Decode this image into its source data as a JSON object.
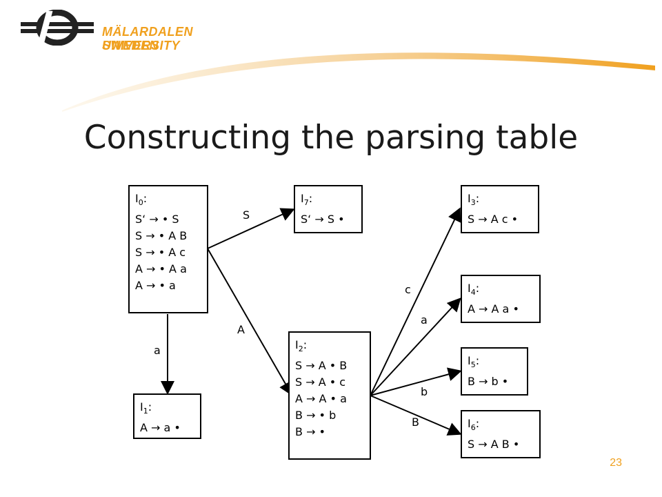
{
  "header": {
    "logo_line1": "MÄLARDALEN UNIVERSITY",
    "logo_line2": "SWEDEN",
    "brand_color": "#f0a01e"
  },
  "title": "Constructing the parsing table",
  "states": {
    "I0": {
      "name": "I",
      "sub": "0",
      "items": [
        "S‘ → • S",
        "S → • A B",
        "S → • A c",
        "A → • A a",
        "A → • a"
      ]
    },
    "I1": {
      "name": "I",
      "sub": "1",
      "items": [
        "A → a •"
      ]
    },
    "I2": {
      "name": "I",
      "sub": "2",
      "items": [
        "S → A • B",
        "S → A • c",
        "A → A • a",
        "B → • b",
        "B → •"
      ]
    },
    "I3": {
      "name": "I",
      "sub": "3",
      "items": [
        "S → A c •"
      ]
    },
    "I4": {
      "name": "I",
      "sub": "4",
      "items": [
        "A → A a •"
      ]
    },
    "I5": {
      "name": "I",
      "sub": "5",
      "items": [
        "B → b •"
      ]
    },
    "I6": {
      "name": "I",
      "sub": "6",
      "items": [
        "S → A B •"
      ]
    },
    "I7": {
      "name": "I",
      "sub": "7",
      "items": [
        "S‘ → S •"
      ]
    }
  },
  "edges": {
    "e_0_7": "S",
    "e_0_2": "A",
    "e_0_1": "a",
    "e_2_3": "c",
    "e_2_4": "a",
    "e_2_5": "b",
    "e_2_6": "B"
  },
  "page_number": "23"
}
